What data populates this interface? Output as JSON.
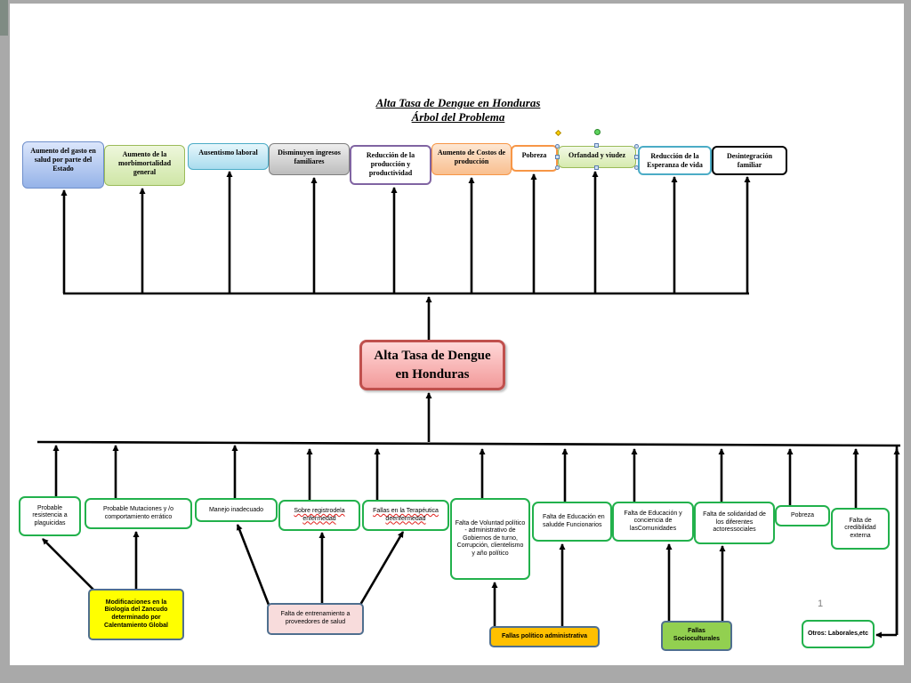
{
  "title": {
    "line1": "Alta Tasa de  Dengue en Honduras",
    "line2": "Árbol del Problema"
  },
  "central_problem": {
    "line1": "Alta Tasa de Dengue",
    "line2": "en Honduras"
  },
  "effects": [
    "Aumento del gasto en salud por parte del Estado",
    "Aumento de la morbimortalidad general",
    "Ausentismo laboral",
    "Disminuyen ingresos familiares",
    "Reducción de la producción y productividad",
    "Aumento de Costos de producción",
    "Pobreza",
    "Orfandad y viudez",
    "Reducción de la Esperanza de vida",
    "Desintegración familiar"
  ],
  "causes": [
    "Probable resistencia a plaguicidas",
    "Probable  Mutaciones y /o comportamiento errático",
    "Manejo inadecuado",
    "Sobre registrodela enfermedad",
    "Fallas en la Terapéutica deenfermedad",
    "Falta de Voluntad político - administrativo de Gobiernos de turno, Corrupción, clientelismo  y año político",
    "Falta de Educación en saludde Funcionarios",
    "Falta de Educación y conciencia  de lasComunidades",
    "Falta de solidaridad de los diferentes actoressociales",
    "Pobreza",
    "Falta de credibilidad externa"
  ],
  "root_causes": [
    "Modificaciones en la Biología del Zancudo determinado por Calentamiento Global",
    "Falta de entrenamiento  a proveedores de salud",
    "Fallas político administrativa",
    "Fallas Socioculturales",
    "Otros: Laborales,etc"
  ],
  "page_number": "1",
  "colors": {
    "cause_border": "#22b14c",
    "central_border": "#c0504d",
    "root_yellow": "#ffff00",
    "root_pink": "#f8dcdc",
    "root_orange": "#ffc000",
    "root_green": "#92d050"
  }
}
